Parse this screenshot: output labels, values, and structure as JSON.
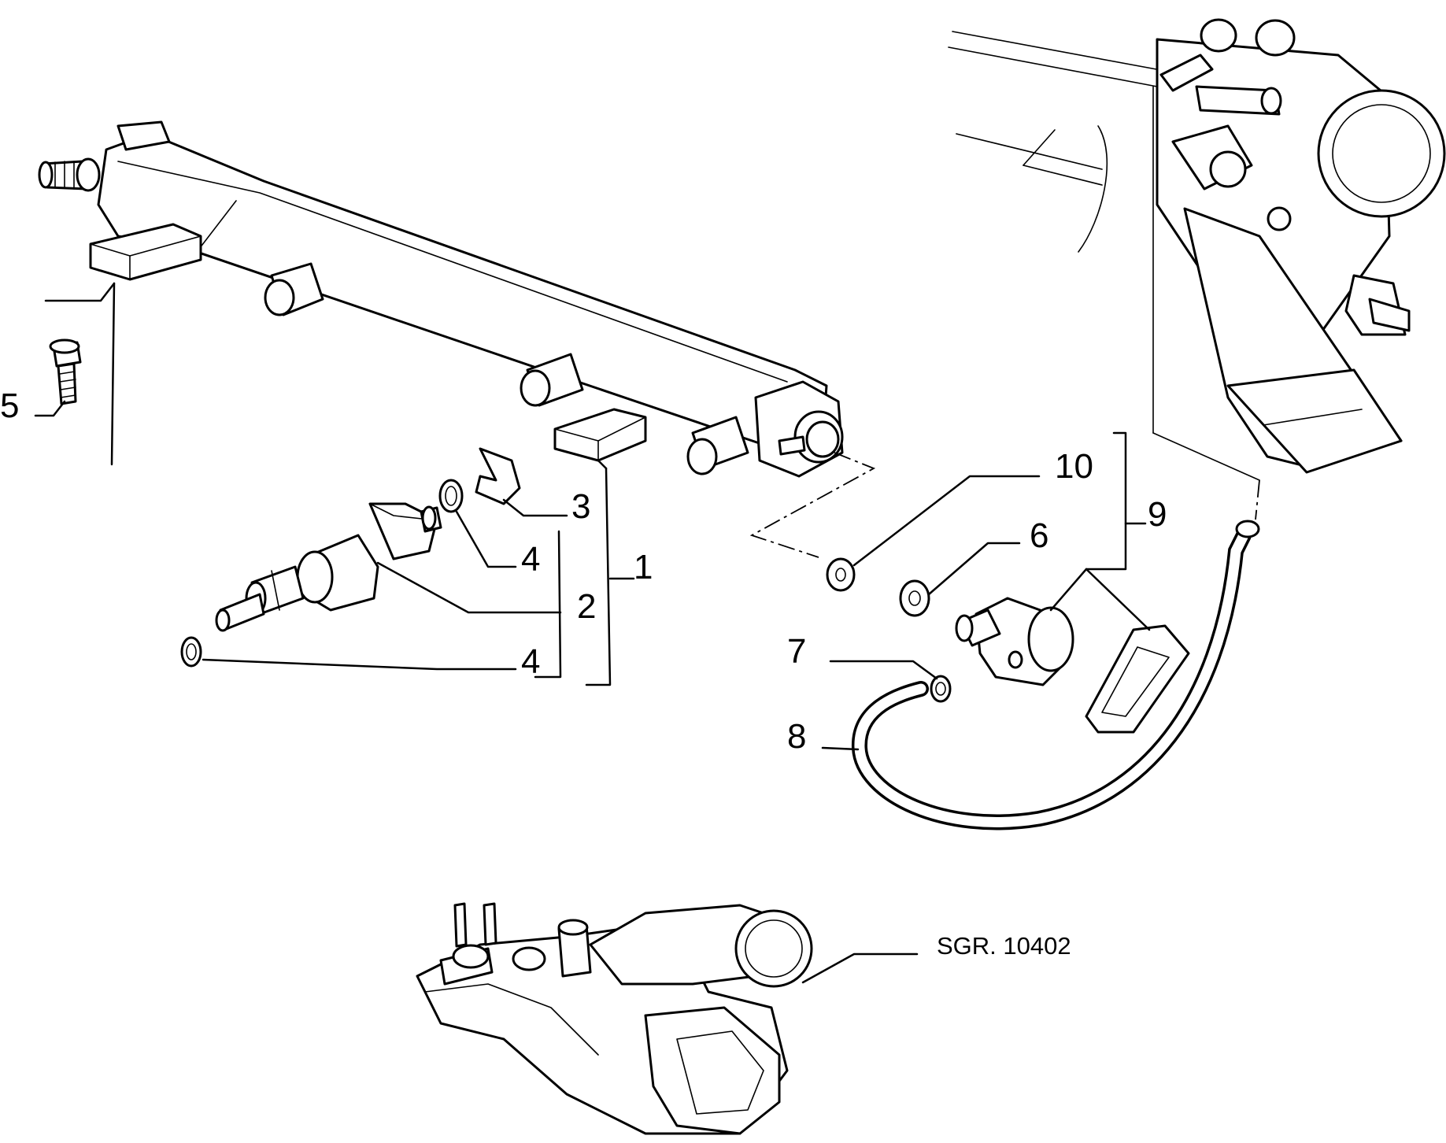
{
  "diagram": {
    "callouts": [
      {
        "id": "c1",
        "label": "1"
      },
      {
        "id": "c2",
        "label": "2"
      },
      {
        "id": "c3",
        "label": "3"
      },
      {
        "id": "c4a",
        "label": "4"
      },
      {
        "id": "c4b",
        "label": "4"
      },
      {
        "id": "c5",
        "label": "5"
      },
      {
        "id": "c6",
        "label": "6"
      },
      {
        "id": "c7",
        "label": "7"
      },
      {
        "id": "c8",
        "label": "8"
      },
      {
        "id": "c9",
        "label": "9"
      },
      {
        "id": "c10",
        "label": "10"
      }
    ],
    "reference_label": "SGR. 10402"
  }
}
